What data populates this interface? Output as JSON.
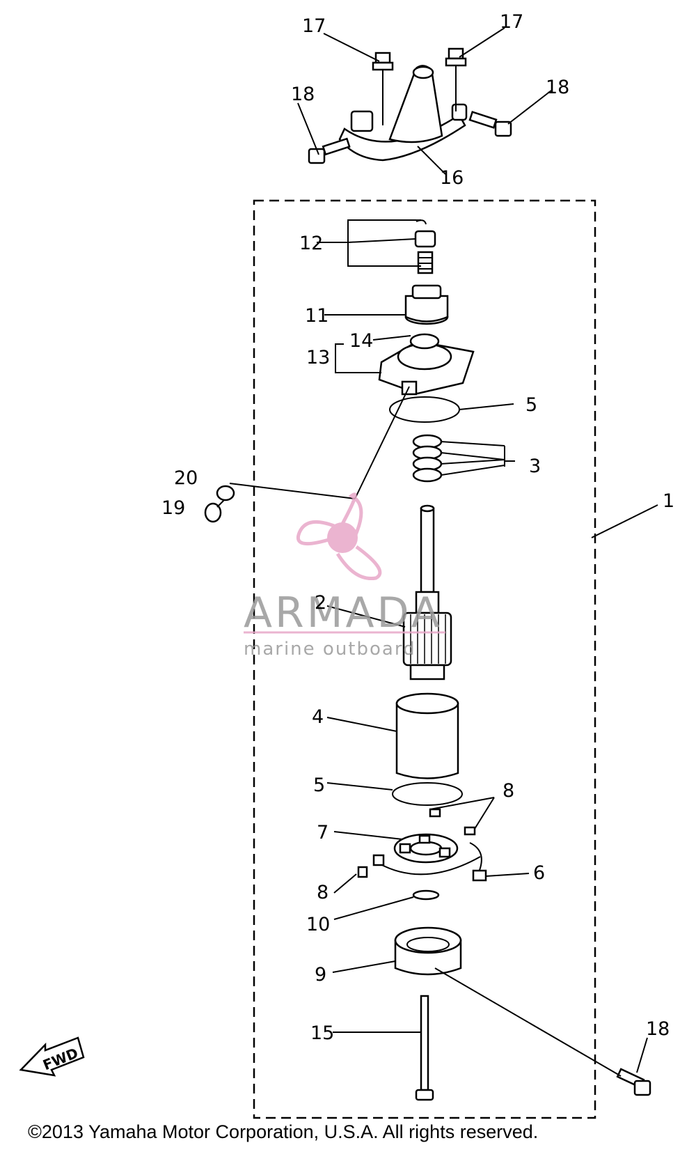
{
  "labels": {
    "p1": "1",
    "p2": "2",
    "p3": "3",
    "p4": "4",
    "p5a": "5",
    "p5b": "5",
    "p6": "6",
    "p7": "7",
    "p8a": "8",
    "p8b": "8",
    "p9": "9",
    "p10": "10",
    "p11": "11",
    "p12": "12",
    "p13": "13",
    "p14": "14",
    "p15": "15",
    "p16": "16",
    "p17a": "17",
    "p17b": "17",
    "p18a": "18",
    "p18b": "18",
    "p18c": "18",
    "p19": "19",
    "p20": "20"
  },
  "fwd_label": "FWD",
  "watermark": {
    "brand": "ARMADA",
    "tagline": "marine outboard",
    "color": "#e8a8c8"
  },
  "copyright": "©2013 Yamaha Motor Corporation, U.S.A. All rights reserved."
}
